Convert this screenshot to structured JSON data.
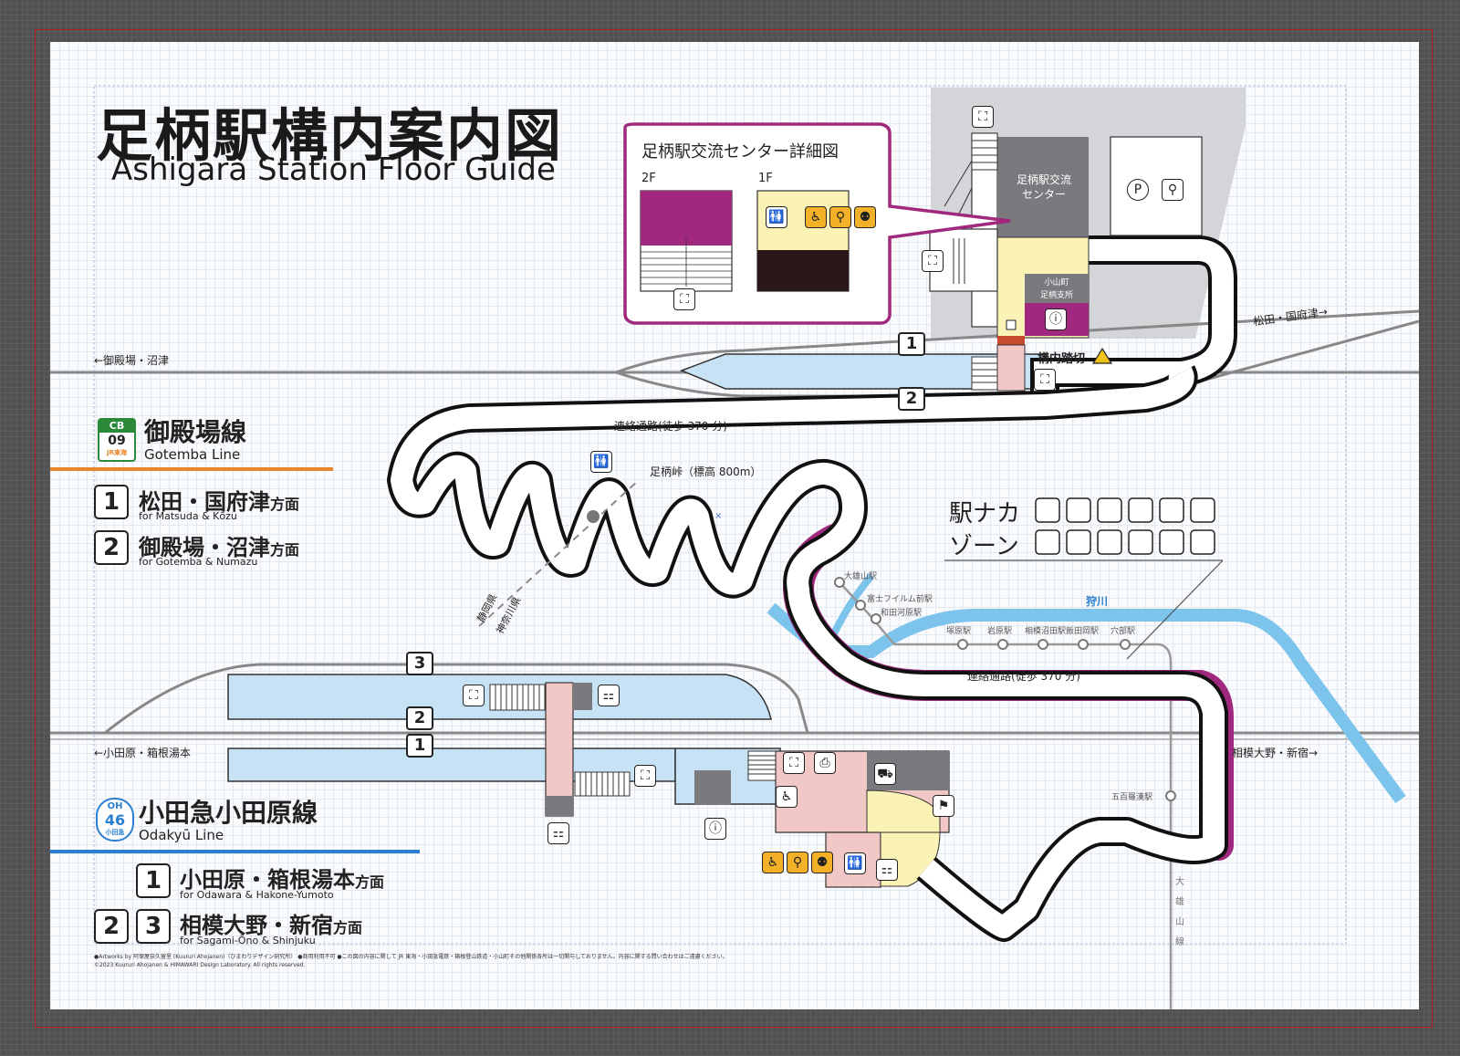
{
  "title": {
    "jp": "足柄駅構内案内図",
    "en": "Ashigara Station Floor Guide"
  },
  "detail": {
    "title": "足柄駅交流センター詳細図",
    "floor2": "2F",
    "floor1": "1F"
  },
  "buildings": {
    "center": "足柄駅交流\nセンター",
    "center_l1": "足柄駅交流",
    "center_l2": "センター",
    "branch_l1": "小山町",
    "branch_l2": "足柄支所"
  },
  "crossing": "構内踏切",
  "directions": {
    "gotemba_left": "←御殿場・沼津",
    "gotemba_right": "松田・国府津→",
    "odakyu_left": "←小田原・箱根湯本",
    "odakyu_right": "相模大野・新宿→"
  },
  "passages": {
    "upper": "連絡通路(徒歩 370 分)",
    "lower": "連絡通路(徒歩 370 分)"
  },
  "pass_label": "足柄峠（標高 800m）",
  "prefectures": {
    "shizuoka": "静岡県",
    "kanagawa": "神奈川県"
  },
  "river": "狩川",
  "oyama_line": "大雄山線",
  "oyama_stations": [
    "大雄山駅",
    "富士フイルム前駅",
    "和田河原駅",
    "塚原駅",
    "岩原駅",
    "相模沼田駅",
    "飯田岡駅",
    "穴部駅",
    "五百羅漢駅"
  ],
  "ekinaka": {
    "l1": "駅ナカ",
    "l2": "ゾーン"
  },
  "gotemba_line": {
    "code1": "CB",
    "code2": "09",
    "company": "JR東海",
    "name_jp": "御殿場線",
    "name_en": "Gotemba Line",
    "color": "#e8862a",
    "dirs": [
      {
        "num": "1",
        "jp": "松田・国府津",
        "suffix": "方面",
        "en": "for Matsuda & Kōzu"
      },
      {
        "num": "2",
        "jp": "御殿場・沼津",
        "suffix": "方面",
        "en": "for Gotemba & Numazu"
      }
    ]
  },
  "odakyu_line": {
    "code1": "OH",
    "code2": "46",
    "company": "小田急",
    "name_jp": "小田急小田原線",
    "name_en": "Odakyū Line",
    "color": "#2a7fd0",
    "dirs": [
      {
        "num": "1",
        "jp": "小田原・箱根湯本",
        "suffix": "方面",
        "en": "for Odawara & Hakone-Yumoto"
      },
      {
        "num": "2",
        "num2": "3",
        "jp": "相模大野・新宿",
        "suffix": "方面",
        "en": "for Sagami-Ōno & Shinjuku"
      }
    ]
  },
  "tracks": {
    "g1": "1",
    "g2": "2",
    "o1": "1",
    "o2": "2",
    "o3": "3"
  },
  "credits": {
    "l1": "●Artworks by 阿保屋奈久留里 (Kuururi Ahojanen)（ひまわりデザイン研究所） ●商用利用不可 ●この図の内容に関して JR 東海・小田急電鉄・箱根登山鉄道・小山町その他関係各所は一切関与しておりません。内容に関する問い合わせはご遠慮ください。",
    "l2": "©2023 Kuururi Ahojanen & HIMAWARI Design Laboratory. All rights reserved."
  },
  "colors": {
    "platform": "#c8e2f5",
    "walkway": "#ffffff",
    "magenta": "#a0287e",
    "building": "#7a7a7e",
    "pink": "#f2c8c6",
    "cream": "#fbf2b6",
    "river": "#7cc4ec",
    "warning": "#f3c21a"
  }
}
